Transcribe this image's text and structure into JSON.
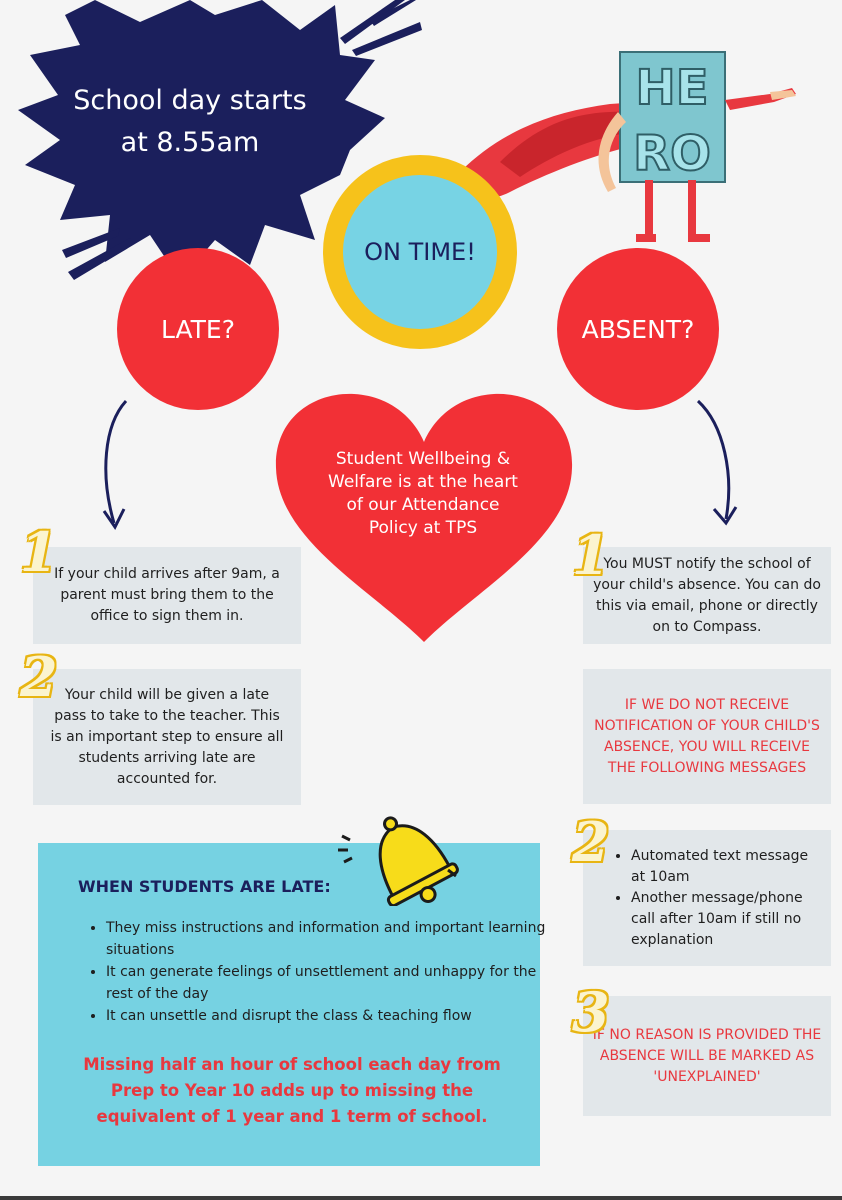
{
  "header": {
    "school_day": "School day starts at 8.55am"
  },
  "circles": {
    "late": "LATE?",
    "on_time": "ON TIME!",
    "absent": "ABSENT?"
  },
  "heart": {
    "text": "Student Wellbeing & Welfare is at the heart of our Attendance Policy at TPS"
  },
  "hero_graphic": {
    "letters": "HERO"
  },
  "late_steps": [
    {
      "number": "1",
      "text": "If your child arrives after 9am, a parent must bring  them to the office to sign them in."
    },
    {
      "number": "2",
      "text": "Your child will be given a late pass to take to the teacher. This is an important step to ensure all students arriving late are accounted for."
    }
  ],
  "absent_steps": {
    "step1": {
      "number": "1",
      "text": "You MUST notify the school of your child's absence. You can do this via email, phone or directly on to Compass."
    },
    "notice": "IF WE DO NOT RECEIVE NOTIFICATION OF YOUR CHILD'S ABSENCE, YOU WILL RECEIVE THE FOLLOWING MESSAGES",
    "step2": {
      "number": "2",
      "bullets": [
        "Automated text message at 10am",
        "Another message/phone call after 10am if still no explanation"
      ]
    },
    "step3": {
      "number": "3",
      "text": "IF NO REASON IS PROVIDED THE ABSENCE WILL BE MARKED AS 'UNEXPLAINED'"
    }
  },
  "late_panel": {
    "heading": "WHEN STUDENTS ARE LATE:",
    "bullets": [
      "They miss instructions and information and important learning situations",
      "It can generate feelings of unsettlement and unhappy for the rest of the day",
      "It can unsettle and disrupt the class & teaching flow"
    ],
    "statistic": "Missing half an hour of school each day from Prep to Year 10 adds up to missing the equivalent of 1 year and 1 term of school."
  },
  "colors": {
    "red": "#f23036",
    "navy": "#1b1f5c",
    "cyan": "#77d3e4",
    "yellow": "#f6c21b",
    "box_grey": "#e2e7ea"
  }
}
